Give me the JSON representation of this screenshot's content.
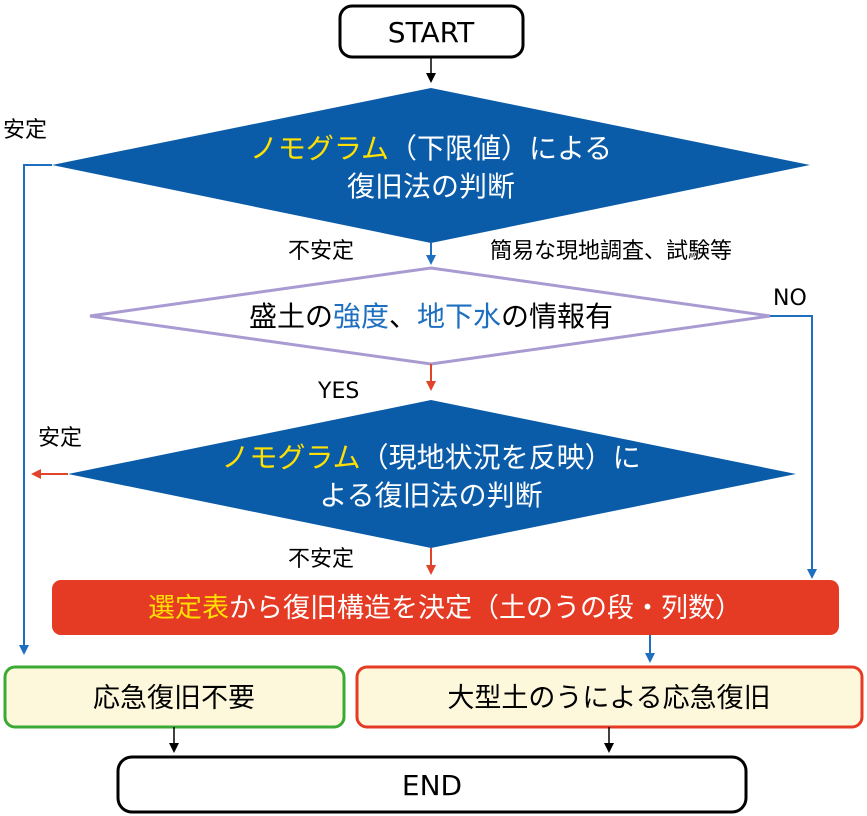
{
  "nodes": {
    "start": "START",
    "end": "END",
    "decision1": {
      "line1_highlight": "ノモグラム",
      "line1_rest": "（下限値）による",
      "line2": "復旧法の判断"
    },
    "decision2": {
      "p1": "盛土の",
      "p2": "強度",
      "p3": "、",
      "p4": "地下水",
      "p5": "の情報有"
    },
    "decision3": {
      "line1_highlight": "ノモグラム",
      "line1_rest": "（現地状況を反映）に",
      "line2": "よる復旧法の判断"
    },
    "process": {
      "highlight": "選定表",
      "rest": "から復旧構造を決定（土のうの段・列数）"
    },
    "outcome_left": "応急復旧不要",
    "outcome_right": "大型土のうによる応急復旧"
  },
  "labels": {
    "stable_1": "安定",
    "unstable_1": "不安定",
    "survey_note": "簡易な現地調査、試験等",
    "no": "NO",
    "yes": "YES",
    "stable_2": "安定",
    "unstable_2": "不安定"
  },
  "colors": {
    "blue_diamond": "#0b5ca8",
    "highlight_yellow": "#ffe000",
    "text_blue": "#1e6fbf",
    "arrow_blue": "#1e6fbf",
    "arrow_red": "#e0442a",
    "process_red": "#e53a24",
    "outcome_fill": "#fdf8dc",
    "outcome_left_border": "#3aaa35",
    "outcome_right_border": "#e53a24",
    "diamond2_border": "#a99bd1"
  }
}
